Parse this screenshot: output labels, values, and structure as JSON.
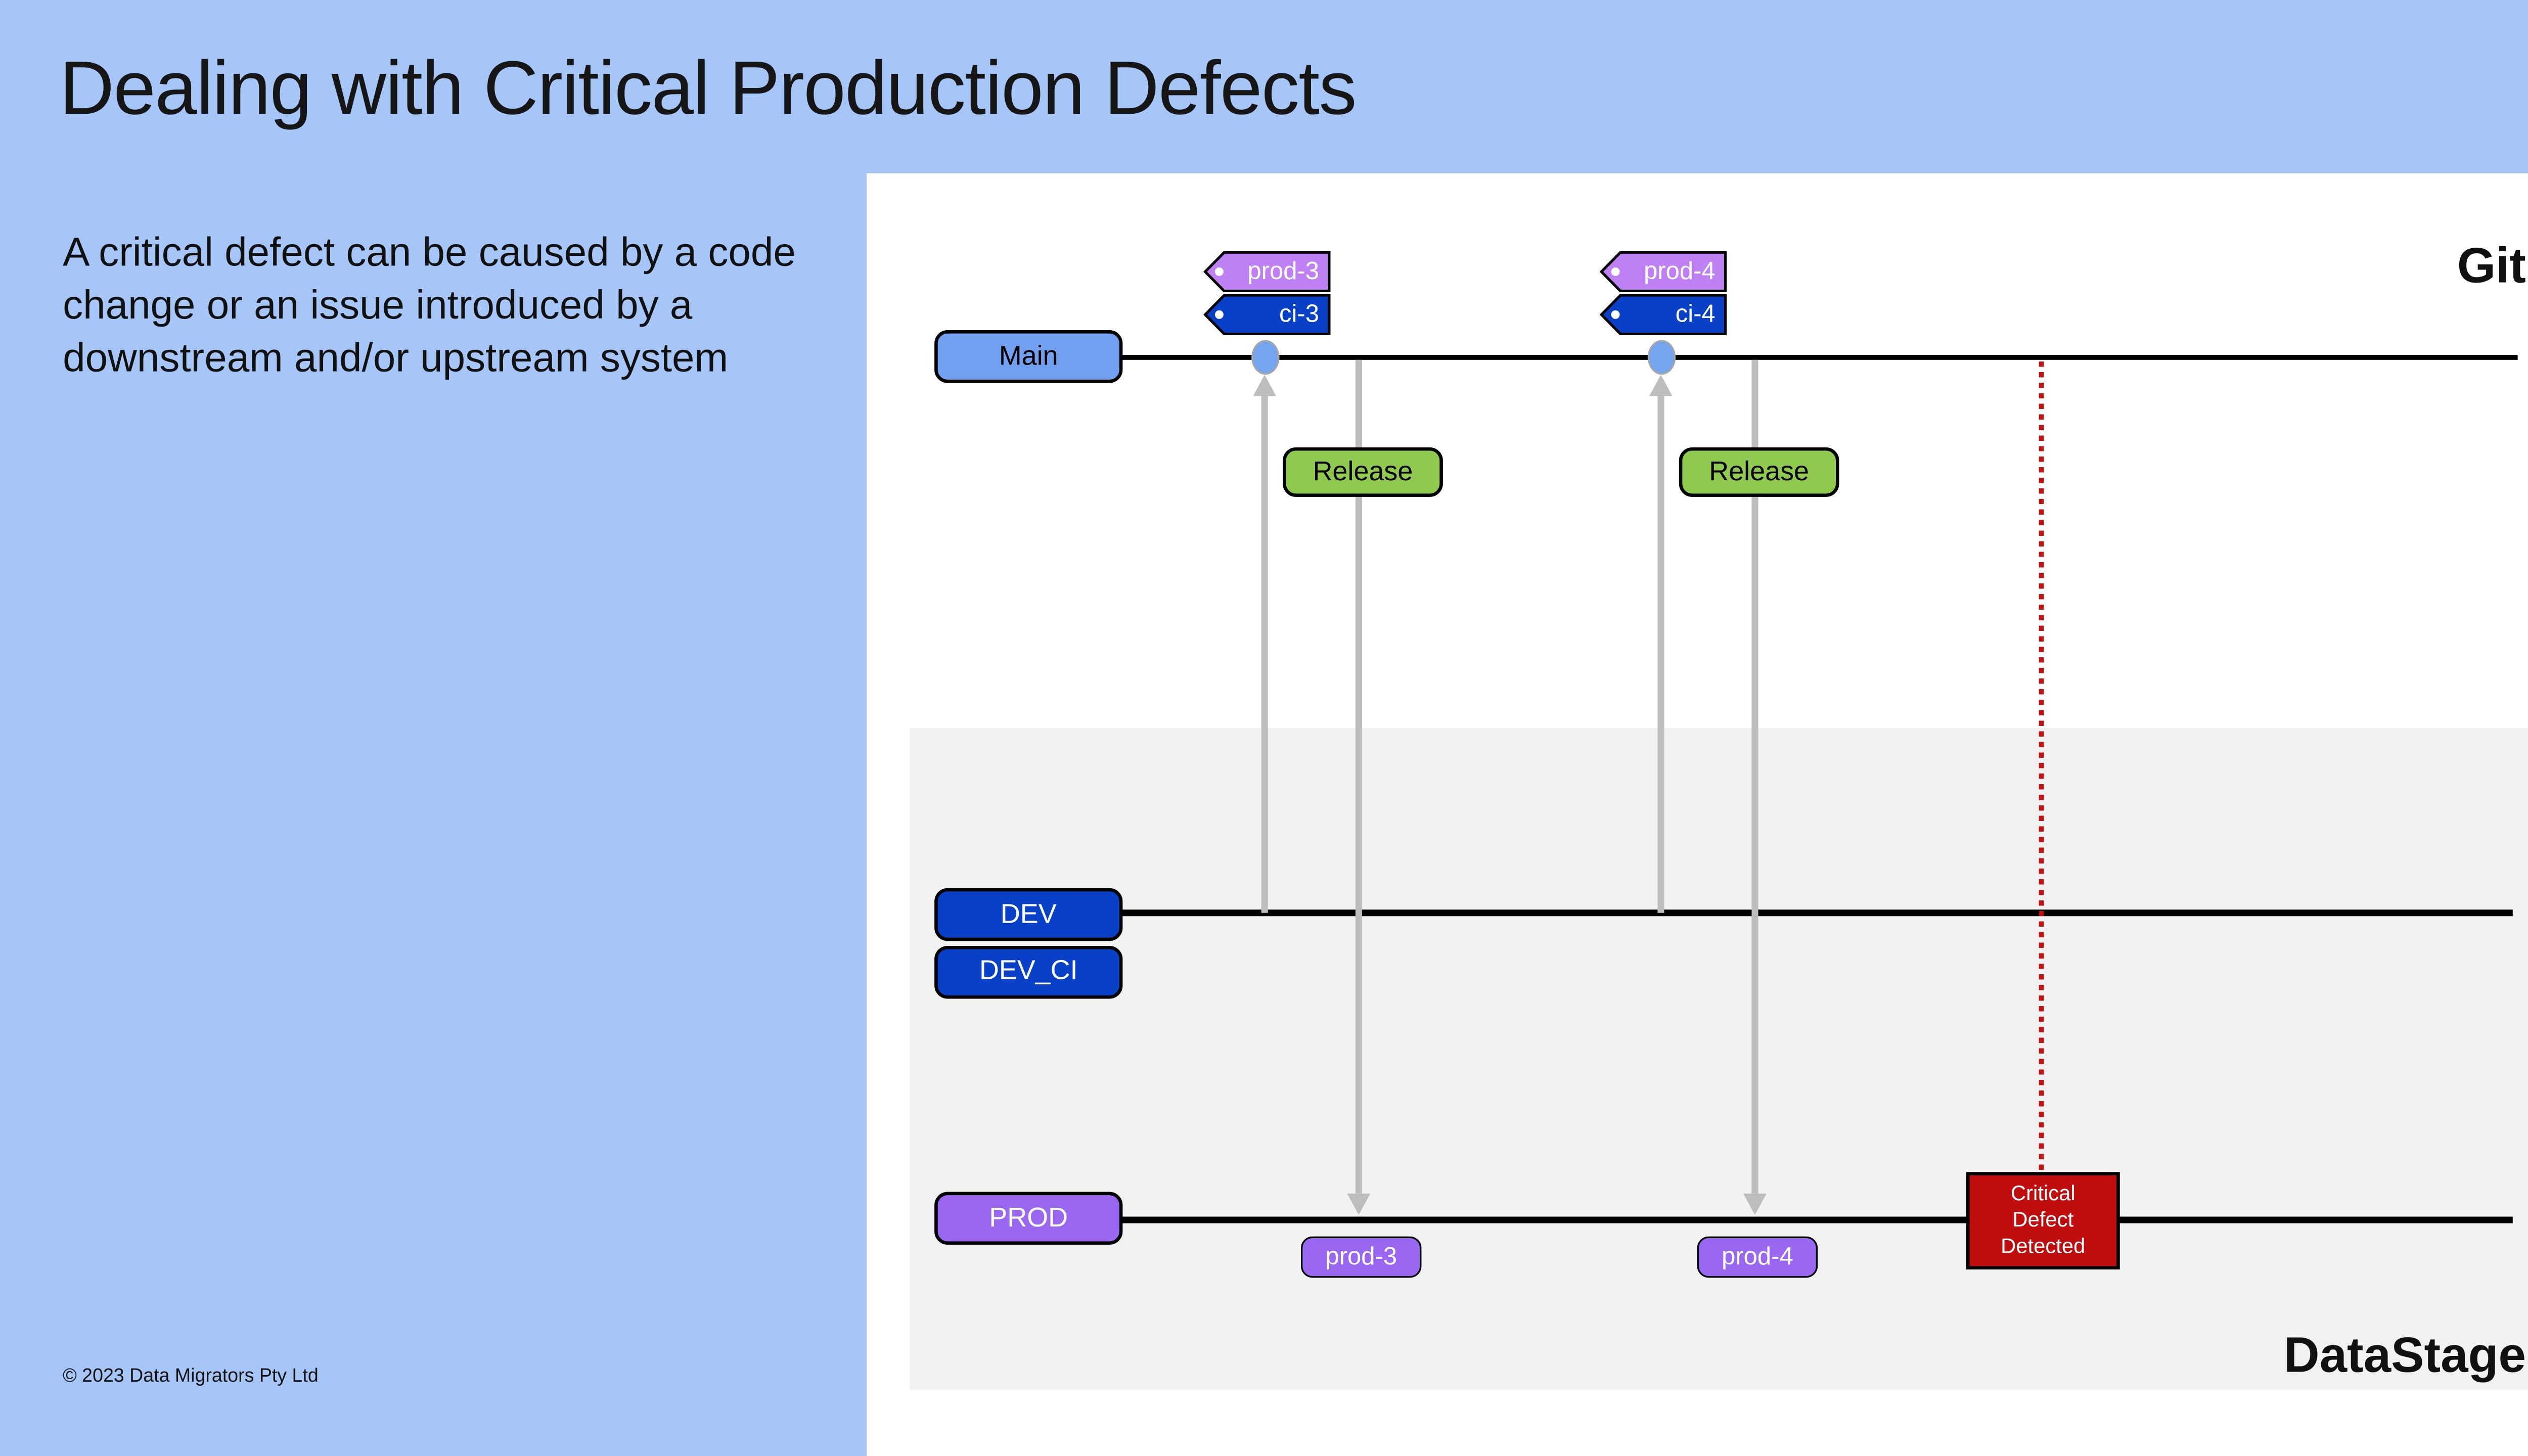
{
  "slide": {
    "title": "Dealing with Critical Production Defects",
    "description": "A critical defect can be caused by a code change or an issue introduced by a downstream and/or upstream system",
    "footer": "© 2023 Data Migrators Pty Ltd"
  },
  "sections": {
    "git_label": "Git",
    "datastage_label": "DataStage"
  },
  "branches": {
    "main": "Main",
    "dev": "DEV",
    "dev_ci": "DEV_CI",
    "prod": "PROD"
  },
  "commits": [
    {
      "tags": [
        {
          "label": "prod-3"
        },
        {
          "label": "ci-3"
        }
      ]
    },
    {
      "tags": [
        {
          "label": "prod-4"
        },
        {
          "label": "ci-4"
        }
      ]
    }
  ],
  "releases": [
    {
      "label": "Release"
    },
    {
      "label": "Release"
    }
  ],
  "prod_deployments": [
    {
      "label": "prod-3"
    },
    {
      "label": "prod-4"
    }
  ],
  "defect": {
    "line1": "Critical",
    "line2": "Defect",
    "line3": "Detected"
  },
  "colors": {
    "chrome_blue": "#a7c6f8",
    "panel_gray": "#f1f1f2",
    "main_branch_blue": "#72a0f1",
    "dev_branch_blue": "#0840c8",
    "prod_purple": "#9a68f0",
    "tag_purple": "#bf80f3",
    "release_green": "#8fc94e",
    "defect_red": "#c00e0e",
    "arrow_gray": "#bdbdbd",
    "dotted_red": "#c01010",
    "commit_dot_blue": "#76a5f0"
  }
}
